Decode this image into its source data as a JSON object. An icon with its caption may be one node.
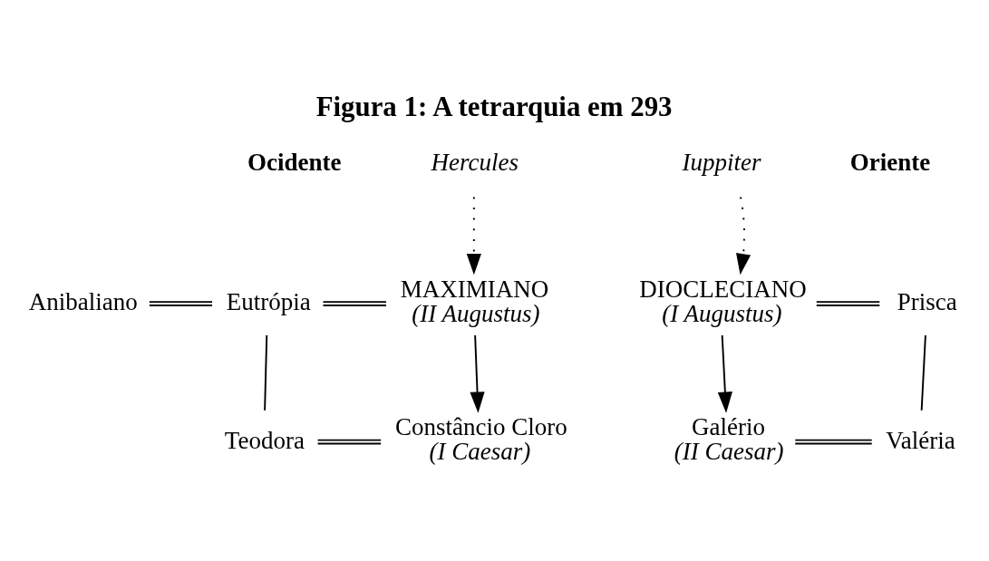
{
  "diagram": {
    "title": "Figura 1: A tetrarquia em 293",
    "nodes": [
      {
        "text": [
          "Hercules"
        ]
      },
      {
        "text": [
          "Iuppiter"
        ]
      },
      {
        "text": [
          "Anibaliano"
        ]
      },
      {
        "text": [
          "Eutrópia"
        ]
      },
      {
        "text": [
          "MAXIMIANO",
          "(II Augustus)"
        ]
      },
      {
        "text": [
          "Teodora"
        ]
      },
      {
        "text": [
          "Constâncio Cloro",
          "(I Caesar)"
        ]
      },
      {
        "text": [
          "DIOCLECIANO",
          "(I Augustus)"
        ]
      },
      {
        "text": [
          "Prisca"
        ]
      },
      {
        "text": [
          "Galério",
          "(II Caesar)"
        ]
      },
      {
        "text": [
          "Valéria"
        ]
      }
    ],
    "edges": [
      {
        "from": 0,
        "to": 4,
        "arrow": "to",
        "style": "dashed"
      },
      {
        "from": 1,
        "to": 7,
        "arrow": "to",
        "style": "dashed"
      },
      {
        "from": 2,
        "to": 3,
        "arrow": "none"
      },
      {
        "from": 3,
        "to": 4,
        "arrow": "none"
      },
      {
        "from": 3,
        "to": 5,
        "arrow": "none"
      },
      {
        "from": 4,
        "to": 6,
        "arrow": "to"
      },
      {
        "from": 5,
        "to": 6,
        "arrow": "none"
      },
      {
        "from": 7,
        "to": 8,
        "arrow": "none"
      },
      {
        "from": 7,
        "to": 9,
        "arrow": "to"
      },
      {
        "from": 8,
        "to": 10,
        "arrow": "none"
      },
      {
        "from": 9,
        "to": 10,
        "arrow": "none"
      }
    ],
    "labels": [
      "Ocidente",
      "Oriente"
    ]
  }
}
